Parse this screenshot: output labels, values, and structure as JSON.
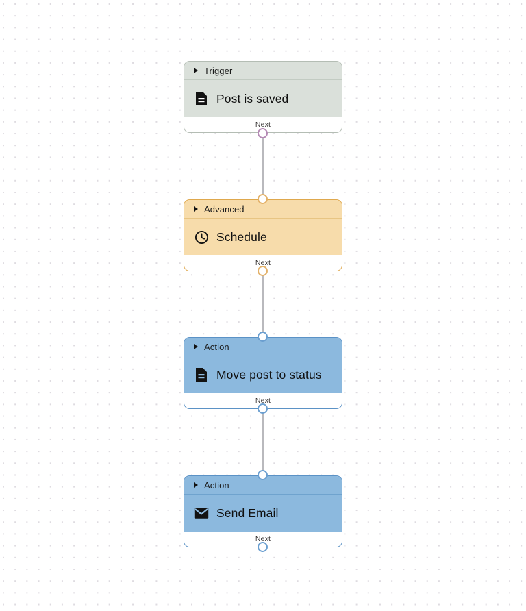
{
  "canvas": {
    "background_color": "#ffffff",
    "dot_color": "#dedbe0",
    "edge_color": "#b9b9bd"
  },
  "workflow": {
    "nodes": [
      {
        "category": "Trigger",
        "title": "Post is saved",
        "footer_label": "Next",
        "icon": "document-icon",
        "color": "#dae0da",
        "border_color": "#b4bdb4",
        "port_color": "#b58ab5"
      },
      {
        "category": "Advanced",
        "title": "Schedule",
        "footer_label": "Next",
        "icon": "clock-icon",
        "color": "#f7dcab",
        "border_color": "#dfa84d",
        "port_color": "#e3b169"
      },
      {
        "category": "Action",
        "title": "Move post to status",
        "footer_label": "Next",
        "icon": "document-icon",
        "color": "#8cb9de",
        "border_color": "#5b92c6",
        "port_color": "#6b9fd0"
      },
      {
        "category": "Action",
        "title": "Send Email",
        "footer_label": "Next",
        "icon": "envelope-icon",
        "color": "#8cb9de",
        "border_color": "#5b92c6",
        "port_color": "#6b9fd0"
      }
    ]
  }
}
